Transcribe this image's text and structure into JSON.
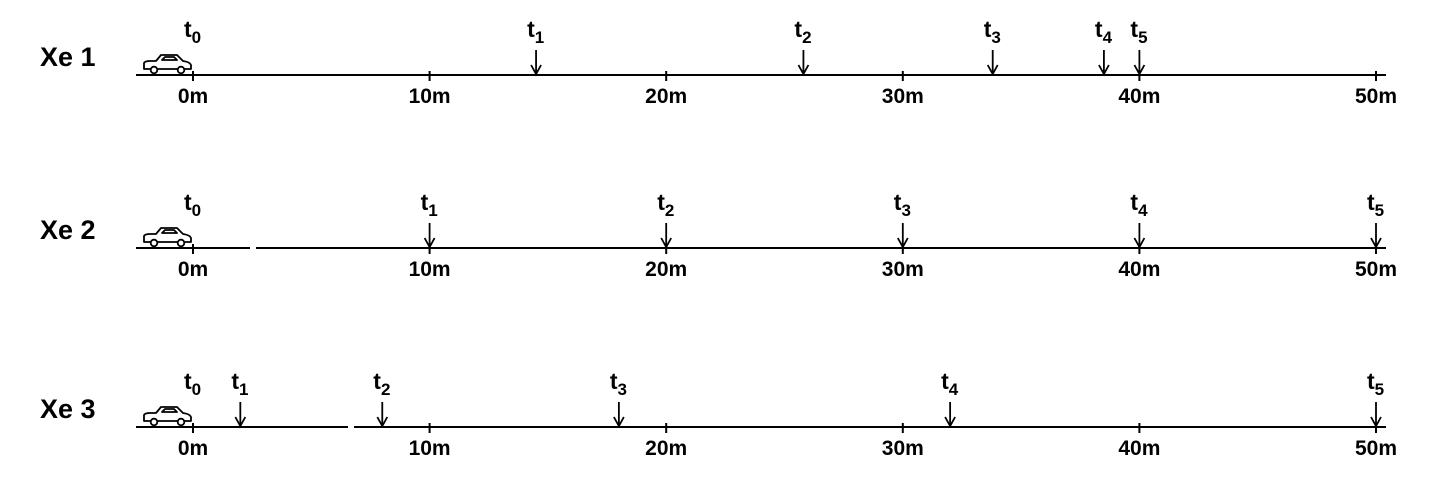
{
  "axis": {
    "unit": "m",
    "ticks": [
      0,
      10,
      20,
      30,
      40,
      50
    ],
    "tick_labels": [
      "0m",
      "10m",
      "20m",
      "30m",
      "40m",
      "50m"
    ]
  },
  "time_symbol": "t",
  "cars": [
    {
      "label": "Xe 1",
      "marks": [
        {
          "t": "0",
          "position_m": 0
        },
        {
          "t": "1",
          "position_m": 14.5
        },
        {
          "t": "2",
          "position_m": 25.8
        },
        {
          "t": "3",
          "position_m": 33.8
        },
        {
          "t": "4",
          "position_m": 38.5
        },
        {
          "t": "5",
          "position_m": 40
        }
      ]
    },
    {
      "label": "Xe 2",
      "marks": [
        {
          "t": "0",
          "position_m": 0
        },
        {
          "t": "1",
          "position_m": 10
        },
        {
          "t": "2",
          "position_m": 20
        },
        {
          "t": "3",
          "position_m": 30
        },
        {
          "t": "4",
          "position_m": 40
        },
        {
          "t": "5",
          "position_m": 50
        }
      ]
    },
    {
      "label": "Xe 3",
      "marks": [
        {
          "t": "0",
          "position_m": 0
        },
        {
          "t": "1",
          "position_m": 2
        },
        {
          "t": "2",
          "position_m": 8
        },
        {
          "t": "3",
          "position_m": 18
        },
        {
          "t": "4",
          "position_m": 32
        },
        {
          "t": "5",
          "position_m": 50
        }
      ]
    }
  ]
}
